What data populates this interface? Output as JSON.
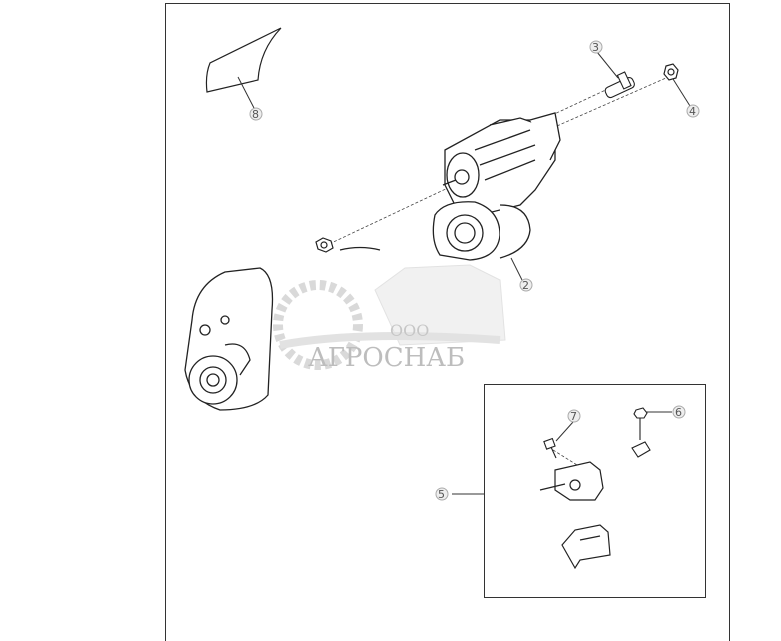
{
  "diagram": {
    "callouts": [
      {
        "id": "1",
        "label": "2"
      },
      {
        "id": "2",
        "label": "3"
      },
      {
        "id": "3",
        "label": "4"
      },
      {
        "id": "4",
        "label": "5"
      },
      {
        "id": "5",
        "label": "6"
      },
      {
        "id": "6",
        "label": "7"
      },
      {
        "id": "7",
        "label": "8"
      }
    ],
    "watermark": {
      "prefix": "ООО",
      "name": "АГРОСНАБ"
    },
    "colors": {
      "line": "#222222",
      "frame": "#333333",
      "watermark": "#c8c8c8"
    }
  }
}
